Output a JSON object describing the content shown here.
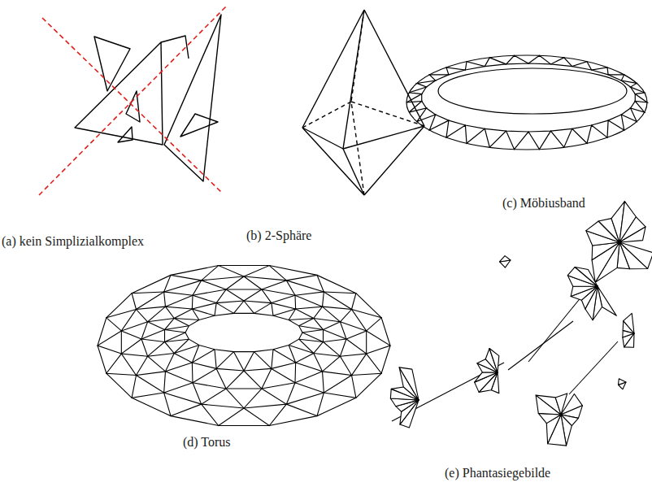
{
  "diagram": {
    "labels": [
      "(a) kein Simplizialkomplex",
      "(b) 2-Sphäre",
      "(c) Möbiusband",
      "(d) Torus",
      "(e) Phantasiegebilde"
    ]
  }
}
